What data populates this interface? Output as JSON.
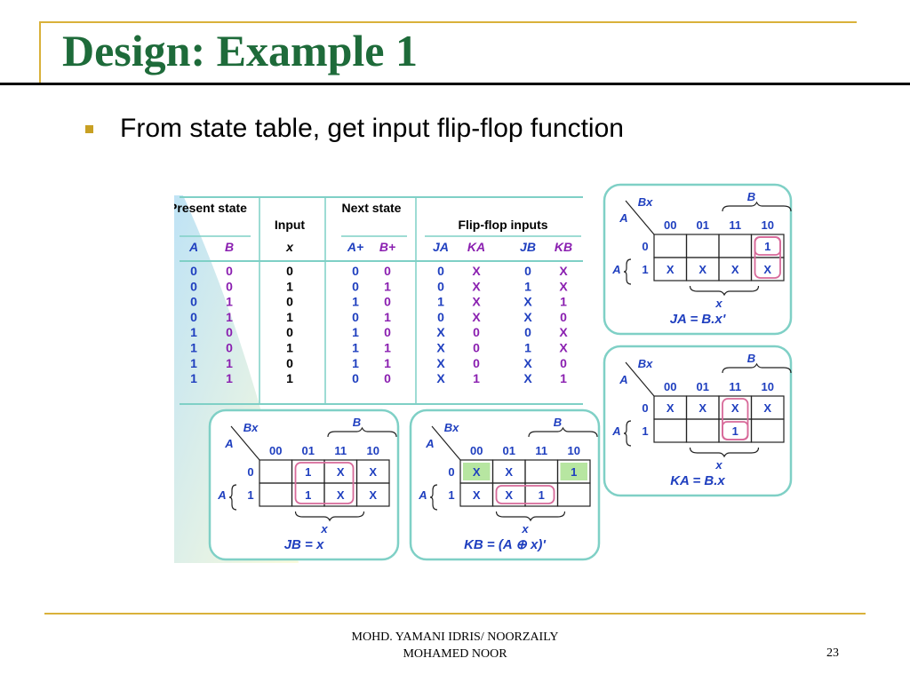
{
  "slide": {
    "title": "Design: Example 1",
    "bullet": "From state table, get input flip-flop function",
    "footer_line1": "MOHD. YAMANI IDRIS/ NOORZAILY",
    "footer_line2": "MOHAMED NOOR",
    "page_number": "23"
  },
  "colors": {
    "accent_gold": "#d9b13a",
    "title_green": "#1e6b3a",
    "table_blue": "#1f3fbf",
    "table_purple": "#8a1fb0",
    "kmap_border": "#7fd0c6",
    "highlight_pink": "#d86a9a",
    "highlight_green": "#b7e6a1"
  },
  "state_table": {
    "group_headers": [
      "Present state",
      "Input",
      "Next state",
      "Flip-flop inputs"
    ],
    "col_headers": [
      "A",
      "B",
      "x",
      "A+",
      "B+",
      "JA",
      "KA",
      "JB",
      "KB"
    ],
    "rows": [
      [
        "0",
        "0",
        "0",
        "0",
        "0",
        "0",
        "X",
        "0",
        "X"
      ],
      [
        "0",
        "0",
        "1",
        "0",
        "1",
        "0",
        "X",
        "1",
        "X"
      ],
      [
        "0",
        "1",
        "0",
        "1",
        "0",
        "1",
        "X",
        "X",
        "1"
      ],
      [
        "0",
        "1",
        "1",
        "0",
        "1",
        "0",
        "X",
        "X",
        "0"
      ],
      [
        "1",
        "0",
        "0",
        "1",
        "0",
        "X",
        "0",
        "0",
        "X"
      ],
      [
        "1",
        "0",
        "1",
        "1",
        "1",
        "X",
        "0",
        "1",
        "X"
      ],
      [
        "1",
        "1",
        "0",
        "1",
        "1",
        "X",
        "0",
        "X",
        "0"
      ],
      [
        "1",
        "1",
        "1",
        "0",
        "0",
        "X",
        "1",
        "X",
        "1"
      ]
    ]
  },
  "kmap_labels": {
    "var_bx": "Bx",
    "var_a": "A",
    "var_b": "B",
    "var_x": "x",
    "cols": [
      "00",
      "01",
      "11",
      "10"
    ],
    "rows": [
      "0",
      "1"
    ]
  },
  "kmaps": [
    {
      "id": "ja",
      "equation": "JA = B.x'",
      "grid": [
        [
          "",
          "",
          "",
          "1"
        ],
        [
          "X",
          "X",
          "X",
          "X"
        ]
      ]
    },
    {
      "id": "ka",
      "equation": "KA = B.x",
      "grid": [
        [
          "X",
          "X",
          "X",
          "X"
        ],
        [
          "",
          "",
          "1",
          ""
        ]
      ]
    },
    {
      "id": "jb",
      "equation": "JB = x",
      "grid": [
        [
          "",
          "1",
          "X",
          "X"
        ],
        [
          "",
          "1",
          "X",
          "X"
        ]
      ]
    },
    {
      "id": "kb",
      "equation": "KB = (A ⊕ x)'",
      "grid": [
        [
          "X",
          "X",
          "",
          "1"
        ],
        [
          "X",
          "X",
          "1",
          ""
        ]
      ]
    }
  ]
}
